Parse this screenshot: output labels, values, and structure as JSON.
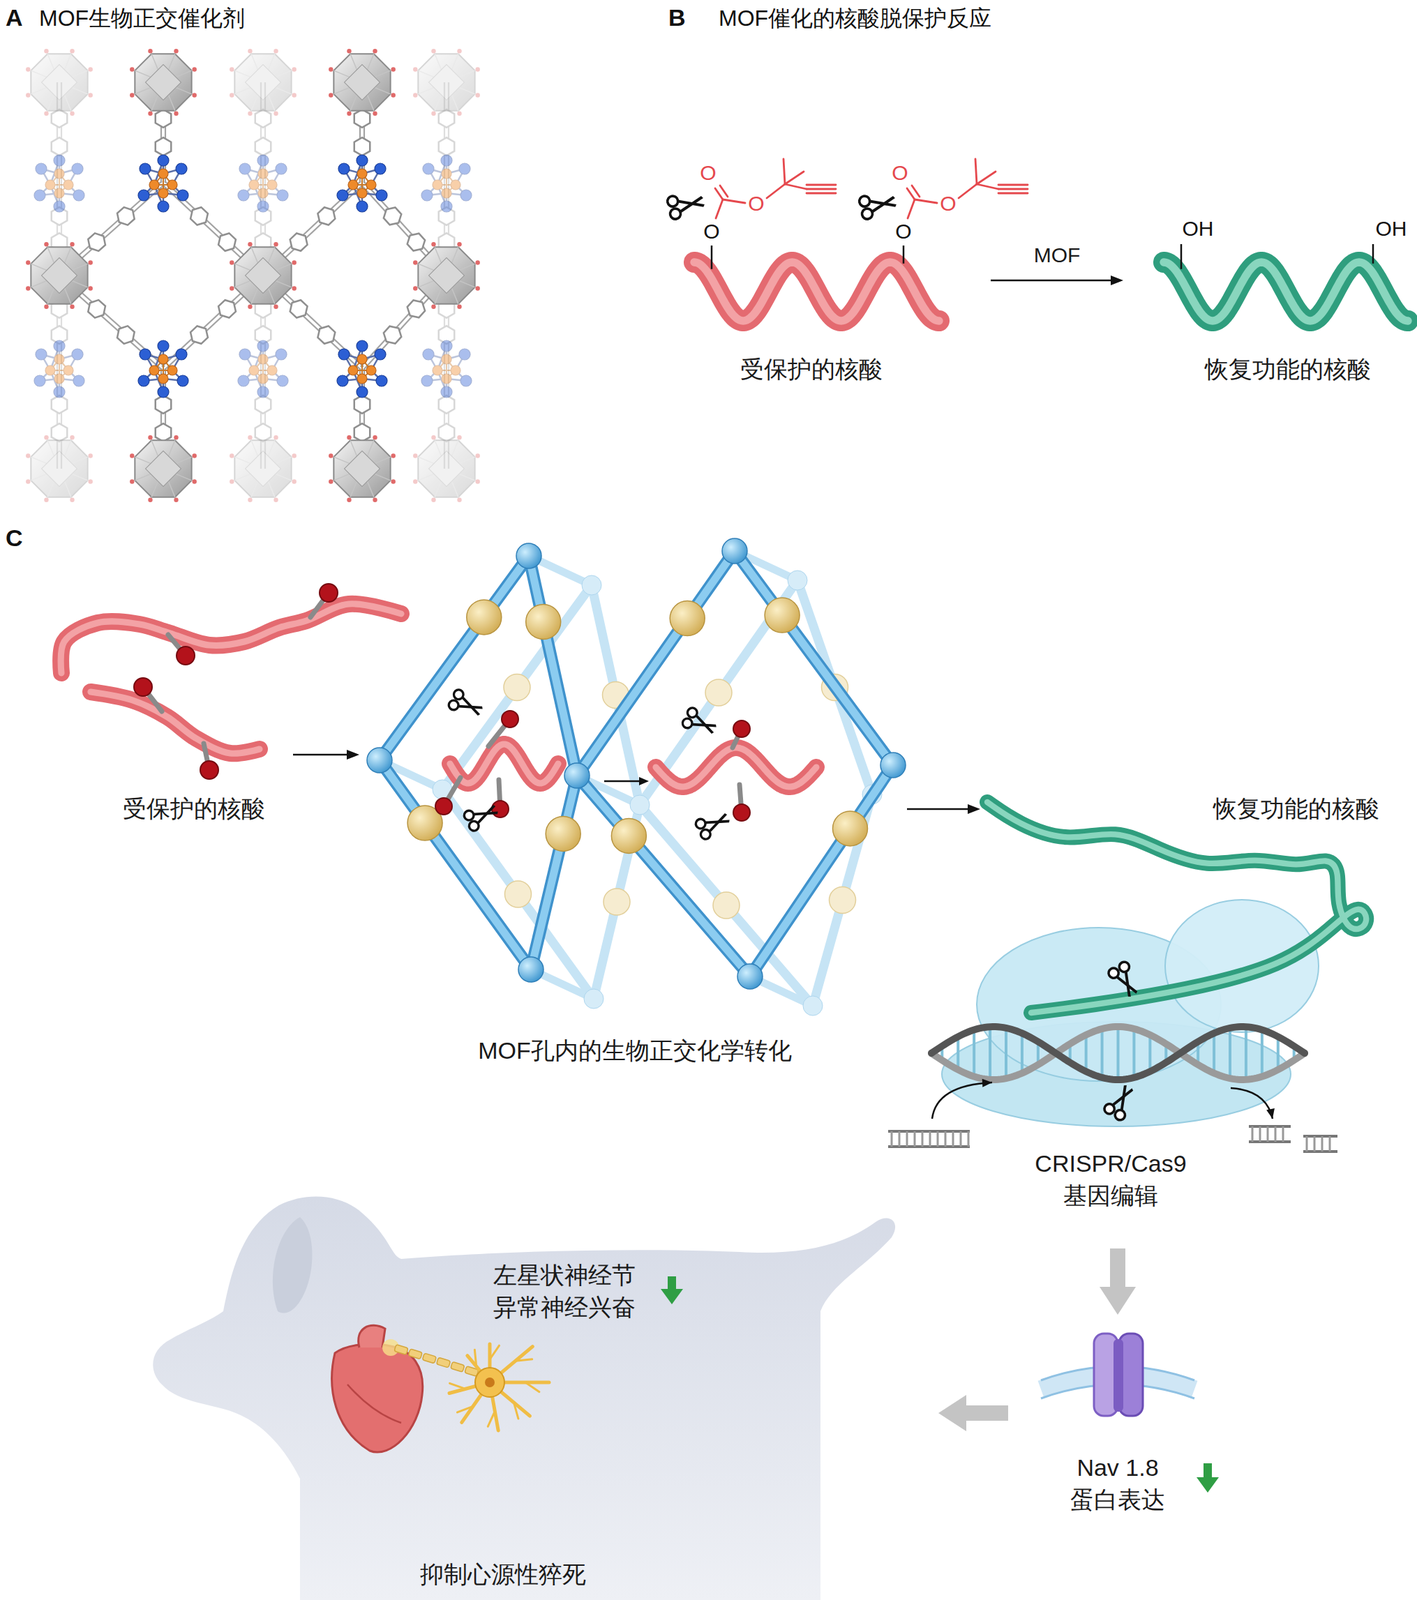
{
  "diagram": {
    "nodes": [
      {
        "text": [
          "受保护的核酸"
        ]
      },
      {
        "text": [
          "恢复功能的核酸"
        ]
      },
      {
        "text": [
          "受保护的核酸"
        ]
      },
      {
        "text": [
          "MOF孔内的生物正交化学转化"
        ]
      },
      {
        "text": [
          "恢复功能的核酸"
        ]
      },
      {
        "text": [
          "CRISPR/Cas9 基因编辑"
        ]
      },
      {
        "text": [
          "Nav 1.8 蛋白表达"
        ]
      },
      {
        "text": [
          "左星状神经节 异常神经兴奋",
          "抑制心源性猝死"
        ]
      }
    ],
    "edges": [
      {
        "from": 0,
        "to": 1,
        "label": "MOF",
        "arrow": "to"
      },
      {
        "from": 2,
        "to": 3,
        "arrow": "to"
      },
      {
        "from": 3,
        "to": 4,
        "arrow": "to"
      },
      {
        "from": 5,
        "to": 6,
        "arrow": "to"
      },
      {
        "from": 6,
        "to": 7,
        "arrow": "to"
      }
    ],
    "labels": [
      "A",
      "MOF生物正交催化剂",
      "B",
      "MOF催化的核酸脱保护反应",
      "O",
      "O",
      "O",
      "O",
      "O",
      "O",
      "OH",
      "OH",
      "C"
    ]
  }
}
